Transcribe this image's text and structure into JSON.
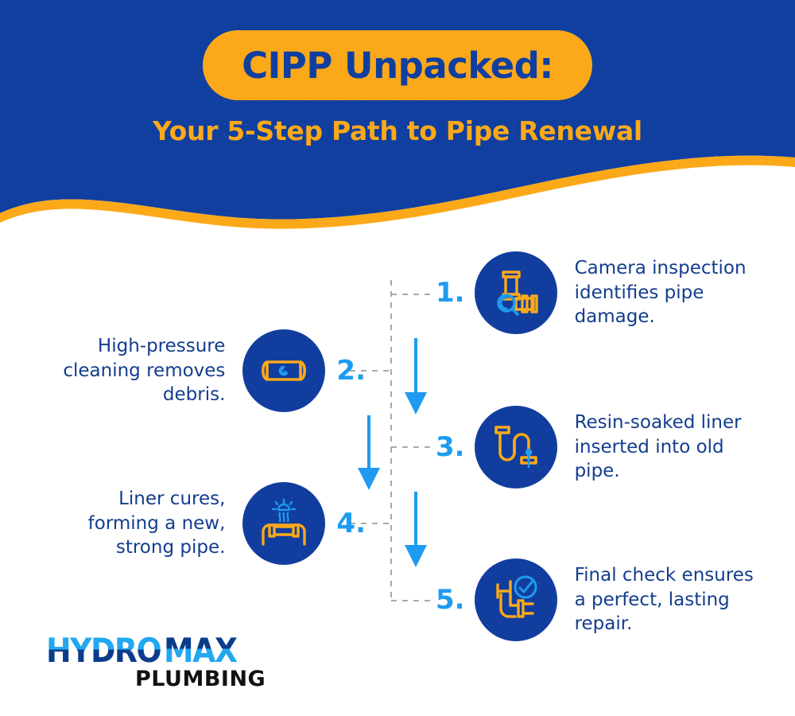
{
  "header": {
    "title": "CIPP Unpacked:",
    "subtitle": "Your 5-Step Path to Pipe Renewal",
    "badge_color": "#FBA919",
    "background_color": "#103FA0",
    "wave_color": "#FBA919"
  },
  "colors": {
    "brand_blue": "#103FA0",
    "bubble_blue": "#113D9E",
    "orange": "#FBA919",
    "accent_cyan": "#1E9BF0",
    "text_blue": "#133D8E",
    "dashed_gray": "#A9A9A9",
    "white": "#FFFFFF"
  },
  "steps": [
    {
      "number": "1.",
      "text": "Camera inspection identifies pipe damage.",
      "icon": "pipe-inspection-camera-icon",
      "side": "right"
    },
    {
      "number": "2.",
      "text": "High-pressure cleaning removes debris.",
      "icon": "pipe-jet-cleaning-icon",
      "side": "left"
    },
    {
      "number": "3.",
      "text": "Resin-soaked liner inserted into old pipe.",
      "icon": "resin-liner-insert-icon",
      "side": "right"
    },
    {
      "number": "4.",
      "text": "Liner cures, forming a new, strong pipe.",
      "icon": "pipe-curing-heat-icon",
      "side": "left"
    },
    {
      "number": "5.",
      "text": "Final check ensures a perfect, lasting repair.",
      "icon": "pipe-final-check-icon",
      "side": "right"
    }
  ],
  "flow": {
    "arrow_count": 3,
    "arrow_color": "#1E9BF0",
    "connector_style": "dashed",
    "connector_color": "#A9A9A9"
  },
  "logo": {
    "primary_text": "HYDRO",
    "accent_text": "MAX",
    "sub_text": "PLUMBING",
    "dark_blue": "#0B3C8C",
    "bright_blue": "#22A7F0",
    "sub_color": "#111111"
  }
}
